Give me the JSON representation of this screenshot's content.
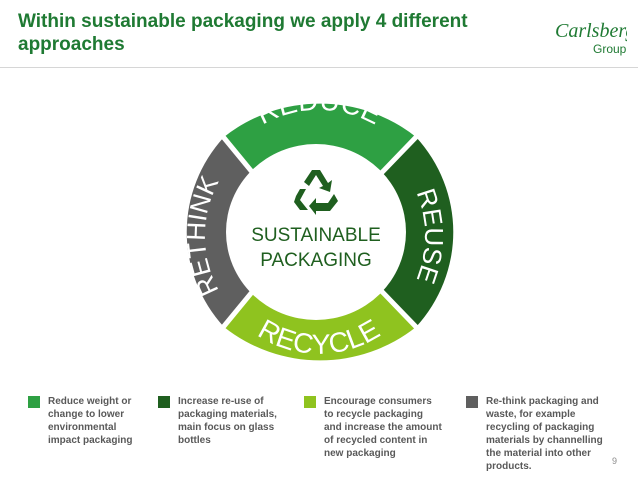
{
  "header": {
    "title": "Within sustainable packaging we apply 4 different approaches",
    "logo_brand": "Carlsberg",
    "logo_sub": "Group"
  },
  "diagram": {
    "center_line1": "SUSTAINABLE",
    "center_line2": "PACKAGING",
    "center_icon": "recycle-icon",
    "segments": [
      {
        "label": "REDUCE",
        "color": "#2ea043"
      },
      {
        "label": "REUSE",
        "color": "#1f5f1f"
      },
      {
        "label": "RECYCLE",
        "color": "#8fc31f"
      },
      {
        "label": "RETHINK",
        "color": "#5f5f5f"
      }
    ]
  },
  "legend": [
    {
      "color": "#2ea043",
      "text": "Reduce weight or change to lower environmental impact packaging"
    },
    {
      "color": "#1f5f1f",
      "text": "Increase re-use of packaging materials, main focus on glass bottles"
    },
    {
      "color": "#8fc31f",
      "text": "Encourage consumers to recycle packaging and increase the amount of recycled content in new packaging"
    },
    {
      "color": "#5f5f5f",
      "text": "Re-think packaging and waste, for example recycling of packaging materials by channelling the material into other products."
    }
  ],
  "page_number": "9"
}
